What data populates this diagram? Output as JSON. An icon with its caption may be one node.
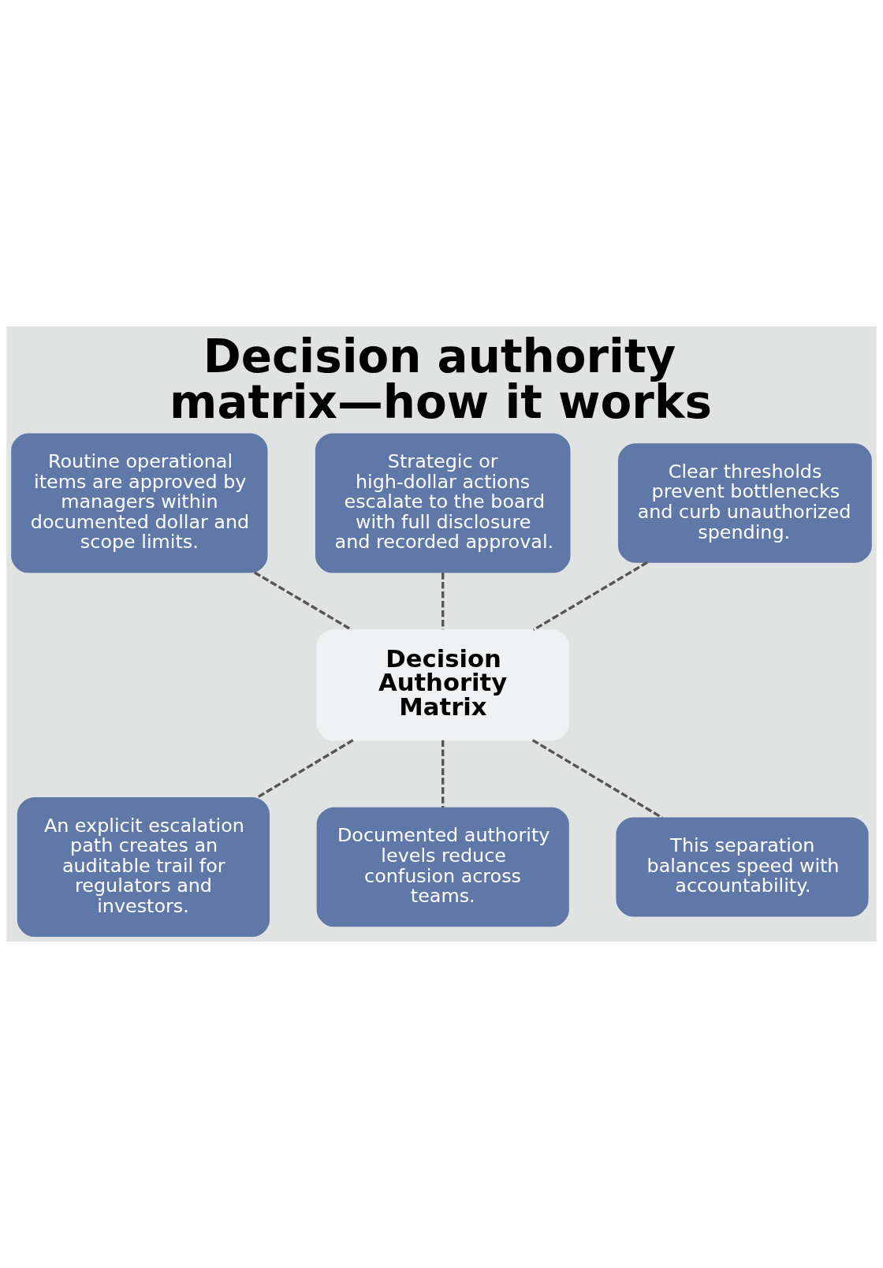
{
  "diagram": {
    "title": "Decision authority matrix—how it works",
    "nodes": [
      {
        "text": [
          "Routine operational items are approved by managers within documented dollar and scope limits."
        ]
      },
      {
        "text": [
          "Strategic or high-dollar actions escalate to the board with full disclosure and recorded approval."
        ]
      },
      {
        "text": [
          "Clear thresholds prevent bottlenecks and curb unauthorized spending."
        ]
      },
      {
        "text": [
          "Decision Authority Matrix"
        ]
      },
      {
        "text": [
          "An explicit escalation path creates an auditable trail for regulators and investors."
        ]
      },
      {
        "text": [
          "Documented authority levels reduce confusion across teams."
        ]
      },
      {
        "text": [
          "This separation balances speed with accountability."
        ]
      }
    ],
    "edges": [
      {
        "from": 0,
        "to": 3,
        "arrow": "none",
        "style": "dashed"
      },
      {
        "from": 1,
        "to": 3,
        "arrow": "none",
        "style": "dashed"
      },
      {
        "from": 2,
        "to": 3,
        "arrow": "none",
        "style": "dashed"
      },
      {
        "from": 3,
        "to": 4,
        "arrow": "none",
        "style": "dashed"
      },
      {
        "from": 3,
        "to": 5,
        "arrow": "none",
        "style": "dashed"
      },
      {
        "from": 3,
        "to": 6,
        "arrow": "none",
        "style": "dashed"
      }
    ]
  }
}
